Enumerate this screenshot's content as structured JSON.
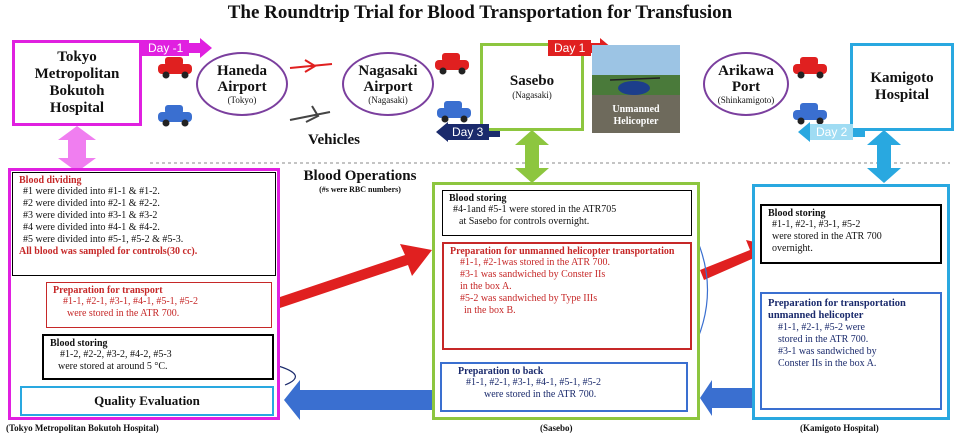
{
  "title": "The Roundtrip Trial for Blood Transportation for Transfusion",
  "locations": {
    "tokyo_hospital": "Tokyo Metropolitan Bokutoh Hospital",
    "haneda": {
      "name": "Haneda Airport",
      "sub": "(Tokyo)"
    },
    "nagasaki": {
      "name": "Nagasaki Airport",
      "sub": "(Nagasaki)"
    },
    "sasebo": {
      "name": "Sasebo",
      "sub": "(Nagasaki)"
    },
    "heli": {
      "line1": "Unmanned",
      "line2": "Helicopter"
    },
    "arikawa": {
      "name": "Arikawa Port",
      "sub": "(Shinkamigoto)"
    },
    "kamigoto": "Kamigoto Hospital"
  },
  "days": {
    "day1m": "Day -1",
    "day1": "Day 1",
    "day2": "Day 2",
    "day3": "Day 3"
  },
  "vehicles_label": "Vehicles",
  "blood_ops": {
    "title": "Blood Operations",
    "sub": "(#s were RBC numbers)"
  },
  "tokyo": {
    "dividing_title": "Blood dividing",
    "dividing_lines": [
      "#1 were divided into #1-1 & #1-2.",
      "#2 were divided into #2-1 & #2-2.",
      "#3 were divided into #3-1 & #3-2",
      "#4 were divided into #4-1 & #4-2.",
      "#5 were divided into #5-1, #5-2 & #5-3."
    ],
    "sampled": "All blood was sampled for controls(30 cc).",
    "prep_title": "Preparation for transport",
    "prep_lines": [
      "#1-1, #2-1, #3-1, #4-1, #5-1, #5-2",
      "were stored in the ATR 700."
    ],
    "storing_title": "Blood storing",
    "storing_lines": [
      "#1-2, #2-2, #3-2, #4-2, #5-3",
      "were stored at around 5 °C."
    ],
    "quality": "Quality Evaluation",
    "bottom_label": "(Tokyo Metropolitan Bokutoh Hospital)"
  },
  "sasebo_ops": {
    "storing_title": "Blood storing",
    "storing_lines": [
      "#4-1and #5-1 were stored in the ATR705",
      "at  Sasebo for controls overnight."
    ],
    "prep_title": "Preparation for unmanned helicopter transportation",
    "prep_lines": [
      "#1-1, #2-1was stored  in the ATR 700.",
      "#3-1  was sandwiched by Conster IIs",
      "in the box A.",
      "#5-2 was sandwiched by Type IIIs",
      "in the box B."
    ],
    "back_title": "Preparation to back",
    "back_lines": [
      "#1-1, #2-1, #3-1, #4-1, #5-1, #5-2",
      "were stored in the ATR 700."
    ],
    "bottom_label": "(Sasebo)"
  },
  "kamigoto_ops": {
    "storing_title": "Blood storing",
    "storing_lines": [
      "#1-1, #2-1, #3-1, #5-2",
      "were stored in the ATR 700",
      "overnight."
    ],
    "prep_title": "Preparation for transportation unmanned helicopter",
    "prep_lines": [
      "#1-1, #2-1, #5-2 were",
      "stored in the ATR 700.",
      "#3-1 was sandwiched by",
      "Conster IIs in the box A."
    ],
    "bottom_label": "(Kamigoto Hospital)"
  },
  "colors": {
    "magenta": "#e020e0",
    "green": "#8dc63f",
    "blue": "#29a8e0",
    "red": "#e02020",
    "navy": "#1a2a6c"
  }
}
